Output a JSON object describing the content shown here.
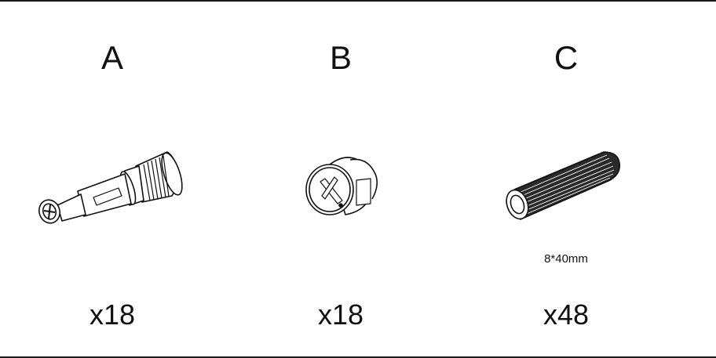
{
  "parts": [
    {
      "letter": "A",
      "quantity": "x18",
      "illustration_icon": "cam-bolt-icon"
    },
    {
      "letter": "B",
      "quantity": "x18",
      "illustration_icon": "cam-lock-nut-icon"
    },
    {
      "letter": "C",
      "quantity": "x48",
      "size": "8*40mm",
      "illustration_icon": "wooden-dowel-icon"
    }
  ]
}
